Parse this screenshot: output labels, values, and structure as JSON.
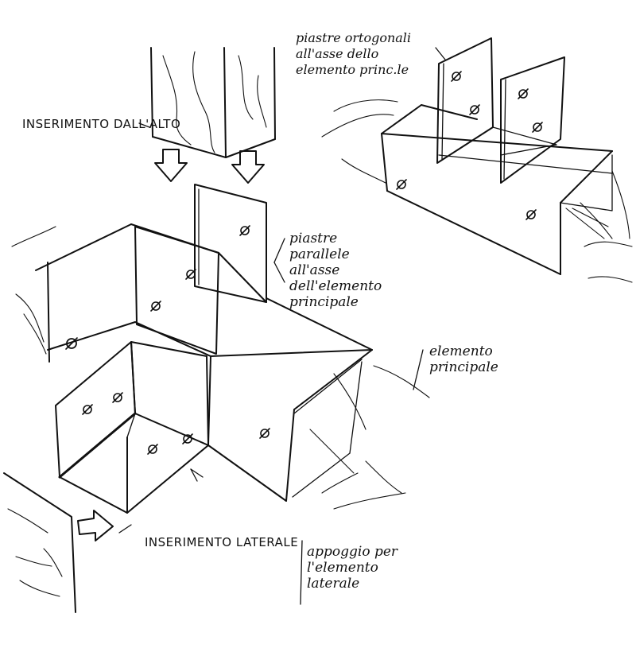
{
  "labels": {
    "inserimento_dall_alto": "INSERIMENTO\nDALL'ALTO",
    "piastre_ortogonali": "piastre ortogonali\nall'asse dello\nelemento princ.le",
    "piastre_parallele": "piastre\nparallele\nall'asse\ndell'elemento\nprincipale",
    "elemento_principale": "elemento\nprincipale",
    "inserimento_laterale": "INSERIMENTO\nLATERALE",
    "appoggio": "appoggio per\nl'elemento\nlaterale"
  },
  "colors": {
    "ink": "#111111",
    "paper": "#ffffff"
  },
  "icons": [
    "arrow-down-icon",
    "arrow-right-icon",
    "bolt-marker-icon"
  ]
}
